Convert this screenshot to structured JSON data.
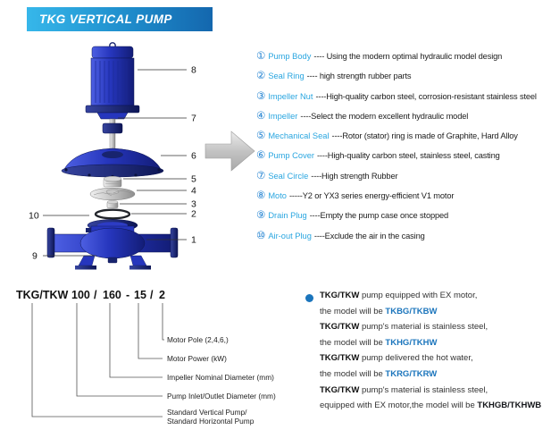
{
  "header": {
    "title": "TKG VERTICAL PUMP"
  },
  "colors": {
    "banner_blue": "#1e8ccb",
    "part_label_blue": "#2aa6e0",
    "accent_blue": "#1b75bc",
    "pump_blue": "#2636bd"
  },
  "diagram": {
    "callouts": [
      "8",
      "7",
      "6",
      "5",
      "4",
      "3",
      "2",
      "10",
      "1",
      "9"
    ]
  },
  "parts_list": [
    {
      "num": "①",
      "label": "Pump Body",
      "desc": "---- Using the modern optimal hydraulic model design"
    },
    {
      "num": "②",
      "label": "Seal Ring",
      "desc": "---- high strength rubber parts"
    },
    {
      "num": "③",
      "label": "Impeller Nut",
      "desc": "----High-quality carbon steel, corrosion-resistant stainless steel"
    },
    {
      "num": "④",
      "label": "Impeller",
      "desc": "----Select the modern excellent hydraulic model"
    },
    {
      "num": "⑤",
      "label": "Mechanical Seal",
      "desc": "----Rotor (stator) ring is made of Graphite, Hard Alloy"
    },
    {
      "num": "⑥",
      "label": "Pump Cover",
      "desc": "----High-quality carbon steel, stainless steel, casting"
    },
    {
      "num": "⑦",
      "label": "Seal Circle",
      "desc": "----High strength Rubber"
    },
    {
      "num": "⑧",
      "label": "Moto",
      "desc": "-----Y2 or YX3 series energy-efficient V1 motor"
    },
    {
      "num": "⑨",
      "label": "Drain Plug",
      "desc": "----Empty the pump case once stopped"
    },
    {
      "num": "⑩",
      "label": "Air-out Plug",
      "desc": "----Exclude the air in the casing"
    }
  ],
  "model_code": {
    "segments": [
      "TKG/TKW",
      "100",
      "/",
      "160",
      "-",
      "15",
      "/",
      "2"
    ],
    "labels": [
      "Motor Pole (2,4,6,)",
      "Motor Power (kW)",
      "Impeller Nominal Diameter (mm)",
      "Pump Inlet/Outlet Diameter (mm)",
      "Standard Vertical Pump/",
      "Standard Horizontal Pump"
    ]
  },
  "notes": {
    "items": [
      {
        "line1_bold": "TKG/TKW",
        "line1_rest": " pump equipped with EX motor,",
        "line2_pre": "the model will be ",
        "line2_model": "TKBG/TKBW"
      },
      {
        "line1_bold": "TKG/TKW",
        "line1_rest": " pump's material is stainless steel,",
        "line2_pre": "the model will be ",
        "line2_model": "TKHG/TKHW"
      },
      {
        "line1_bold": "TKG/TKW",
        "line1_rest": " pump delivered the hot water,",
        "line2_pre": "the model will be ",
        "line2_model": "TKRG/TKRW"
      },
      {
        "line1_bold": "TKG/TKW",
        "line1_rest": " pump's material is stainless steel,",
        "line2_pre": "equipped with EX motor,the model will be ",
        "line2_model": "TKHGB/TKHWB"
      }
    ]
  }
}
